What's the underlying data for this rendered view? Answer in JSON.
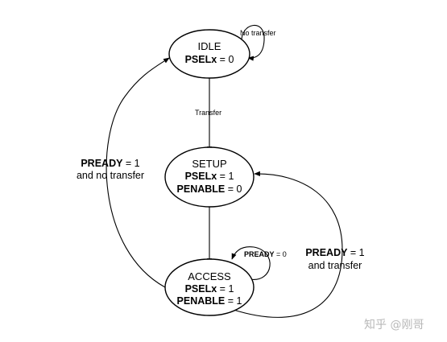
{
  "states": {
    "idle": {
      "name": "IDLE",
      "sig1": {
        "name": "PSELx",
        "value": " = 0"
      }
    },
    "setup": {
      "name": "SETUP",
      "sig1": {
        "name": "PSELx",
        "value": " = 1"
      },
      "sig2": {
        "name": "PENABLE",
        "value": " = 0"
      }
    },
    "access": {
      "name": "ACCESS",
      "sig1": {
        "name": "PSELx",
        "value": " = 1"
      },
      "sig2": {
        "name": "PENABLE",
        "value": " = 1"
      }
    }
  },
  "transitions": {
    "idle_self": "No transfer",
    "idle_to_setup": "Transfer",
    "access_self": {
      "name": "PREADY",
      "value": " = 0"
    },
    "access_to_idle": {
      "name": "PREADY",
      "value": " = 1",
      "line2": "and no transfer"
    },
    "access_to_setup": {
      "name": "PREADY",
      "value": " = 1",
      "line2": "and transfer"
    }
  },
  "watermark": "知乎 @刚哥"
}
